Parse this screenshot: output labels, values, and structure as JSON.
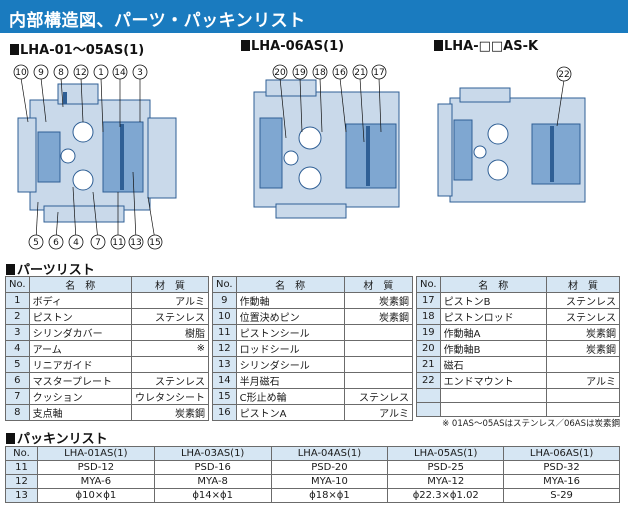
{
  "header": {
    "title": "内部構造図、パーツ・パッキンリスト"
  },
  "figures": [
    {
      "title": "LHA-01～05AS(1)",
      "top_callouts": [
        "10",
        "9",
        "8",
        "12",
        "1",
        "14",
        "3"
      ],
      "bottom_callouts": [
        "5",
        "6",
        "4",
        "7",
        "11",
        "13",
        "15"
      ]
    },
    {
      "title": "LHA-06AS(1)",
      "top_callouts": [
        "20",
        "19",
        "18",
        "16",
        "21",
        "17"
      ]
    },
    {
      "title": "LHA-□□AS-K",
      "top_callouts": [
        "22"
      ]
    }
  ],
  "parts": {
    "title": "パーツリスト",
    "headers": [
      "No.",
      "名　称",
      "材　質"
    ],
    "col1": [
      {
        "no": "1",
        "name": "ボディ",
        "mat": "アルミ"
      },
      {
        "no": "2",
        "name": "ピストン",
        "mat": "ステンレス"
      },
      {
        "no": "3",
        "name": "シリンダカバー",
        "mat": "樹脂"
      },
      {
        "no": "4",
        "name": "アーム",
        "mat": "※"
      },
      {
        "no": "5",
        "name": "リニアガイド",
        "mat": ""
      },
      {
        "no": "6",
        "name": "マスタープレート",
        "mat": "ステンレス"
      },
      {
        "no": "7",
        "name": "クッション",
        "mat": "ウレタンシート"
      },
      {
        "no": "8",
        "name": "支点軸",
        "mat": "炭素鋼"
      }
    ],
    "col2": [
      {
        "no": "9",
        "name": "作動軸",
        "mat": "炭素鋼"
      },
      {
        "no": "10",
        "name": "位置決めピン",
        "mat": "炭素鋼"
      },
      {
        "no": "11",
        "name": "ピストンシール",
        "mat": ""
      },
      {
        "no": "12",
        "name": "ロッドシール",
        "mat": ""
      },
      {
        "no": "13",
        "name": "シリンダシール",
        "mat": ""
      },
      {
        "no": "14",
        "name": "半月磁石",
        "mat": ""
      },
      {
        "no": "15",
        "name": "C形止め輪",
        "mat": "ステンレス"
      },
      {
        "no": "16",
        "name": "ピストンA",
        "mat": "アルミ"
      }
    ],
    "col3": [
      {
        "no": "17",
        "name": "ピストンB",
        "mat": "ステンレス"
      },
      {
        "no": "18",
        "name": "ピストンロッド",
        "mat": "ステンレス"
      },
      {
        "no": "19",
        "name": "作動軸A",
        "mat": "炭素鋼"
      },
      {
        "no": "20",
        "name": "作動軸B",
        "mat": "炭素鋼"
      },
      {
        "no": "21",
        "name": "磁石",
        "mat": ""
      },
      {
        "no": "22",
        "name": "エンドマウント",
        "mat": "アルミ"
      },
      {
        "no": "",
        "name": "",
        "mat": ""
      },
      {
        "no": "",
        "name": "",
        "mat": ""
      }
    ],
    "note": "※ 01AS～05ASはステンレス／06ASは炭素鋼"
  },
  "packing": {
    "title": "パッキンリスト",
    "headers": [
      "No.",
      "LHA-01AS(1)",
      "LHA-03AS(1)",
      "LHA-04AS(1)",
      "LHA-05AS(1)",
      "LHA-06AS(1)"
    ],
    "rows": [
      [
        "11",
        "PSD-12",
        "PSD-16",
        "PSD-20",
        "PSD-25",
        "PSD-32"
      ],
      [
        "12",
        "MYA-6",
        "MYA-8",
        "MYA-10",
        "MYA-12",
        "MYA-16"
      ],
      [
        "13",
        "ϕ10×ϕ1",
        "ϕ14×ϕ1",
        "ϕ18×ϕ1",
        "ϕ22.3×ϕ1.02",
        "S-29"
      ]
    ]
  },
  "colors": {
    "banner": "#1a7bbf",
    "drawing": "#3a6fa8",
    "header_cell": "#d6e6f3"
  }
}
